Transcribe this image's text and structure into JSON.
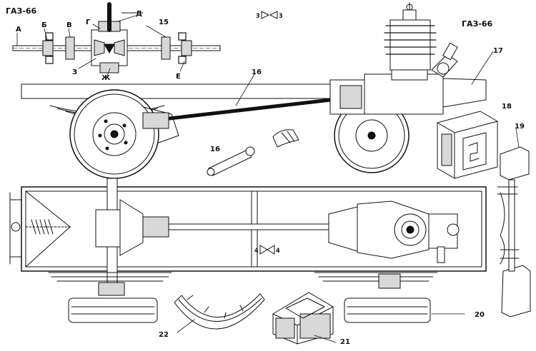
{
  "titles": {
    "top_left": "ГАЗ-66",
    "top_right": "ГАЗ-66"
  },
  "part_letters": {
    "a": "А",
    "b": "Б",
    "v": "В",
    "g": "Г",
    "d": "Д",
    "e": "Е",
    "zh": "Ж",
    "z": "З"
  },
  "part_numbers": {
    "n15": "15",
    "n16a": "16",
    "n16b": "16",
    "n17": "17",
    "n18": "18",
    "n19": "19",
    "n20": "20",
    "n21": "21",
    "n22": "22"
  },
  "section_marks": {
    "s3_left": "3",
    "s3_right": "3",
    "s4_left": "4",
    "s4_right": "4"
  }
}
